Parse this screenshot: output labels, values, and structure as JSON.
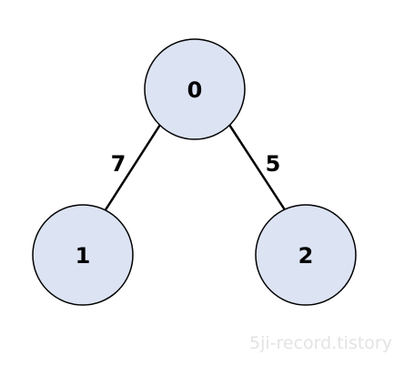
{
  "colors": {
    "node_fill": "#dce3f3",
    "node_stroke": "#000000",
    "edge_stroke": "#000000",
    "watermark": "#e3e3e3"
  },
  "nodes": [
    {
      "id": "0",
      "label": "0"
    },
    {
      "id": "1",
      "label": "1"
    },
    {
      "id": "2",
      "label": "2"
    }
  ],
  "edges": [
    {
      "from": "0",
      "to": "1",
      "weight": "7"
    },
    {
      "from": "0",
      "to": "2",
      "weight": "5"
    }
  ],
  "watermark": "5ji-record.tistory"
}
